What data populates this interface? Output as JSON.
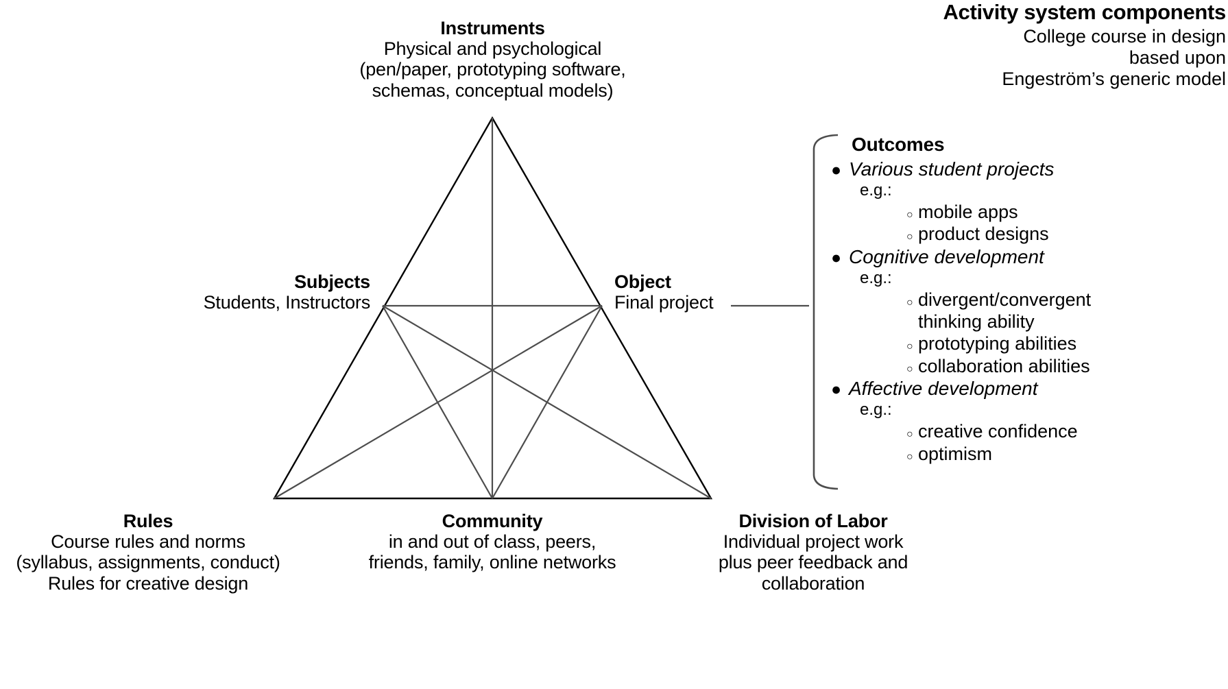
{
  "header": {
    "title": "Activity system components",
    "subtitle_lines": [
      "College course in design",
      "based upon",
      "Engeström’s generic model"
    ]
  },
  "triangle": {
    "nodes": {
      "instruments": {
        "title": "Instruments",
        "desc_lines": [
          "Physical and psychological",
          "(pen/paper, prototyping software,",
          "schemas, conceptual models)"
        ]
      },
      "subjects": {
        "title": "Subjects",
        "desc_lines": [
          "Students, Instructors"
        ]
      },
      "object": {
        "title": "Object",
        "desc_lines": [
          "Final project"
        ]
      },
      "rules": {
        "title": "Rules",
        "desc_lines": [
          "Course rules and norms",
          "(syllabus, assignments, conduct)",
          "Rules for creative design"
        ]
      },
      "community": {
        "title": "Community",
        "desc_lines": [
          "in and out of class, peers,",
          "friends, family, online networks"
        ]
      },
      "division_of_labor": {
        "title": "Division of Labor",
        "desc_lines": [
          "Individual project work",
          "plus peer feedback and",
          "collaboration"
        ]
      }
    },
    "stroke_outer": "#000000",
    "stroke_inner": "#4d4d4d"
  },
  "outcomes": {
    "title": "Outcomes",
    "bullet_glyph": "●",
    "sub_glyph": "○",
    "eg_label": "e.g.:",
    "groups": [
      {
        "label": "Various student projects",
        "items": [
          "mobile apps",
          "product designs"
        ]
      },
      {
        "label": "Cognitive development",
        "items": [
          "divergent/convergent",
          "prototyping abilities",
          "collaboration abilities"
        ],
        "continuation_after_first": "thinking ability"
      },
      {
        "label": "Affective development",
        "items": [
          "creative confidence",
          "optimism"
        ]
      }
    ]
  }
}
